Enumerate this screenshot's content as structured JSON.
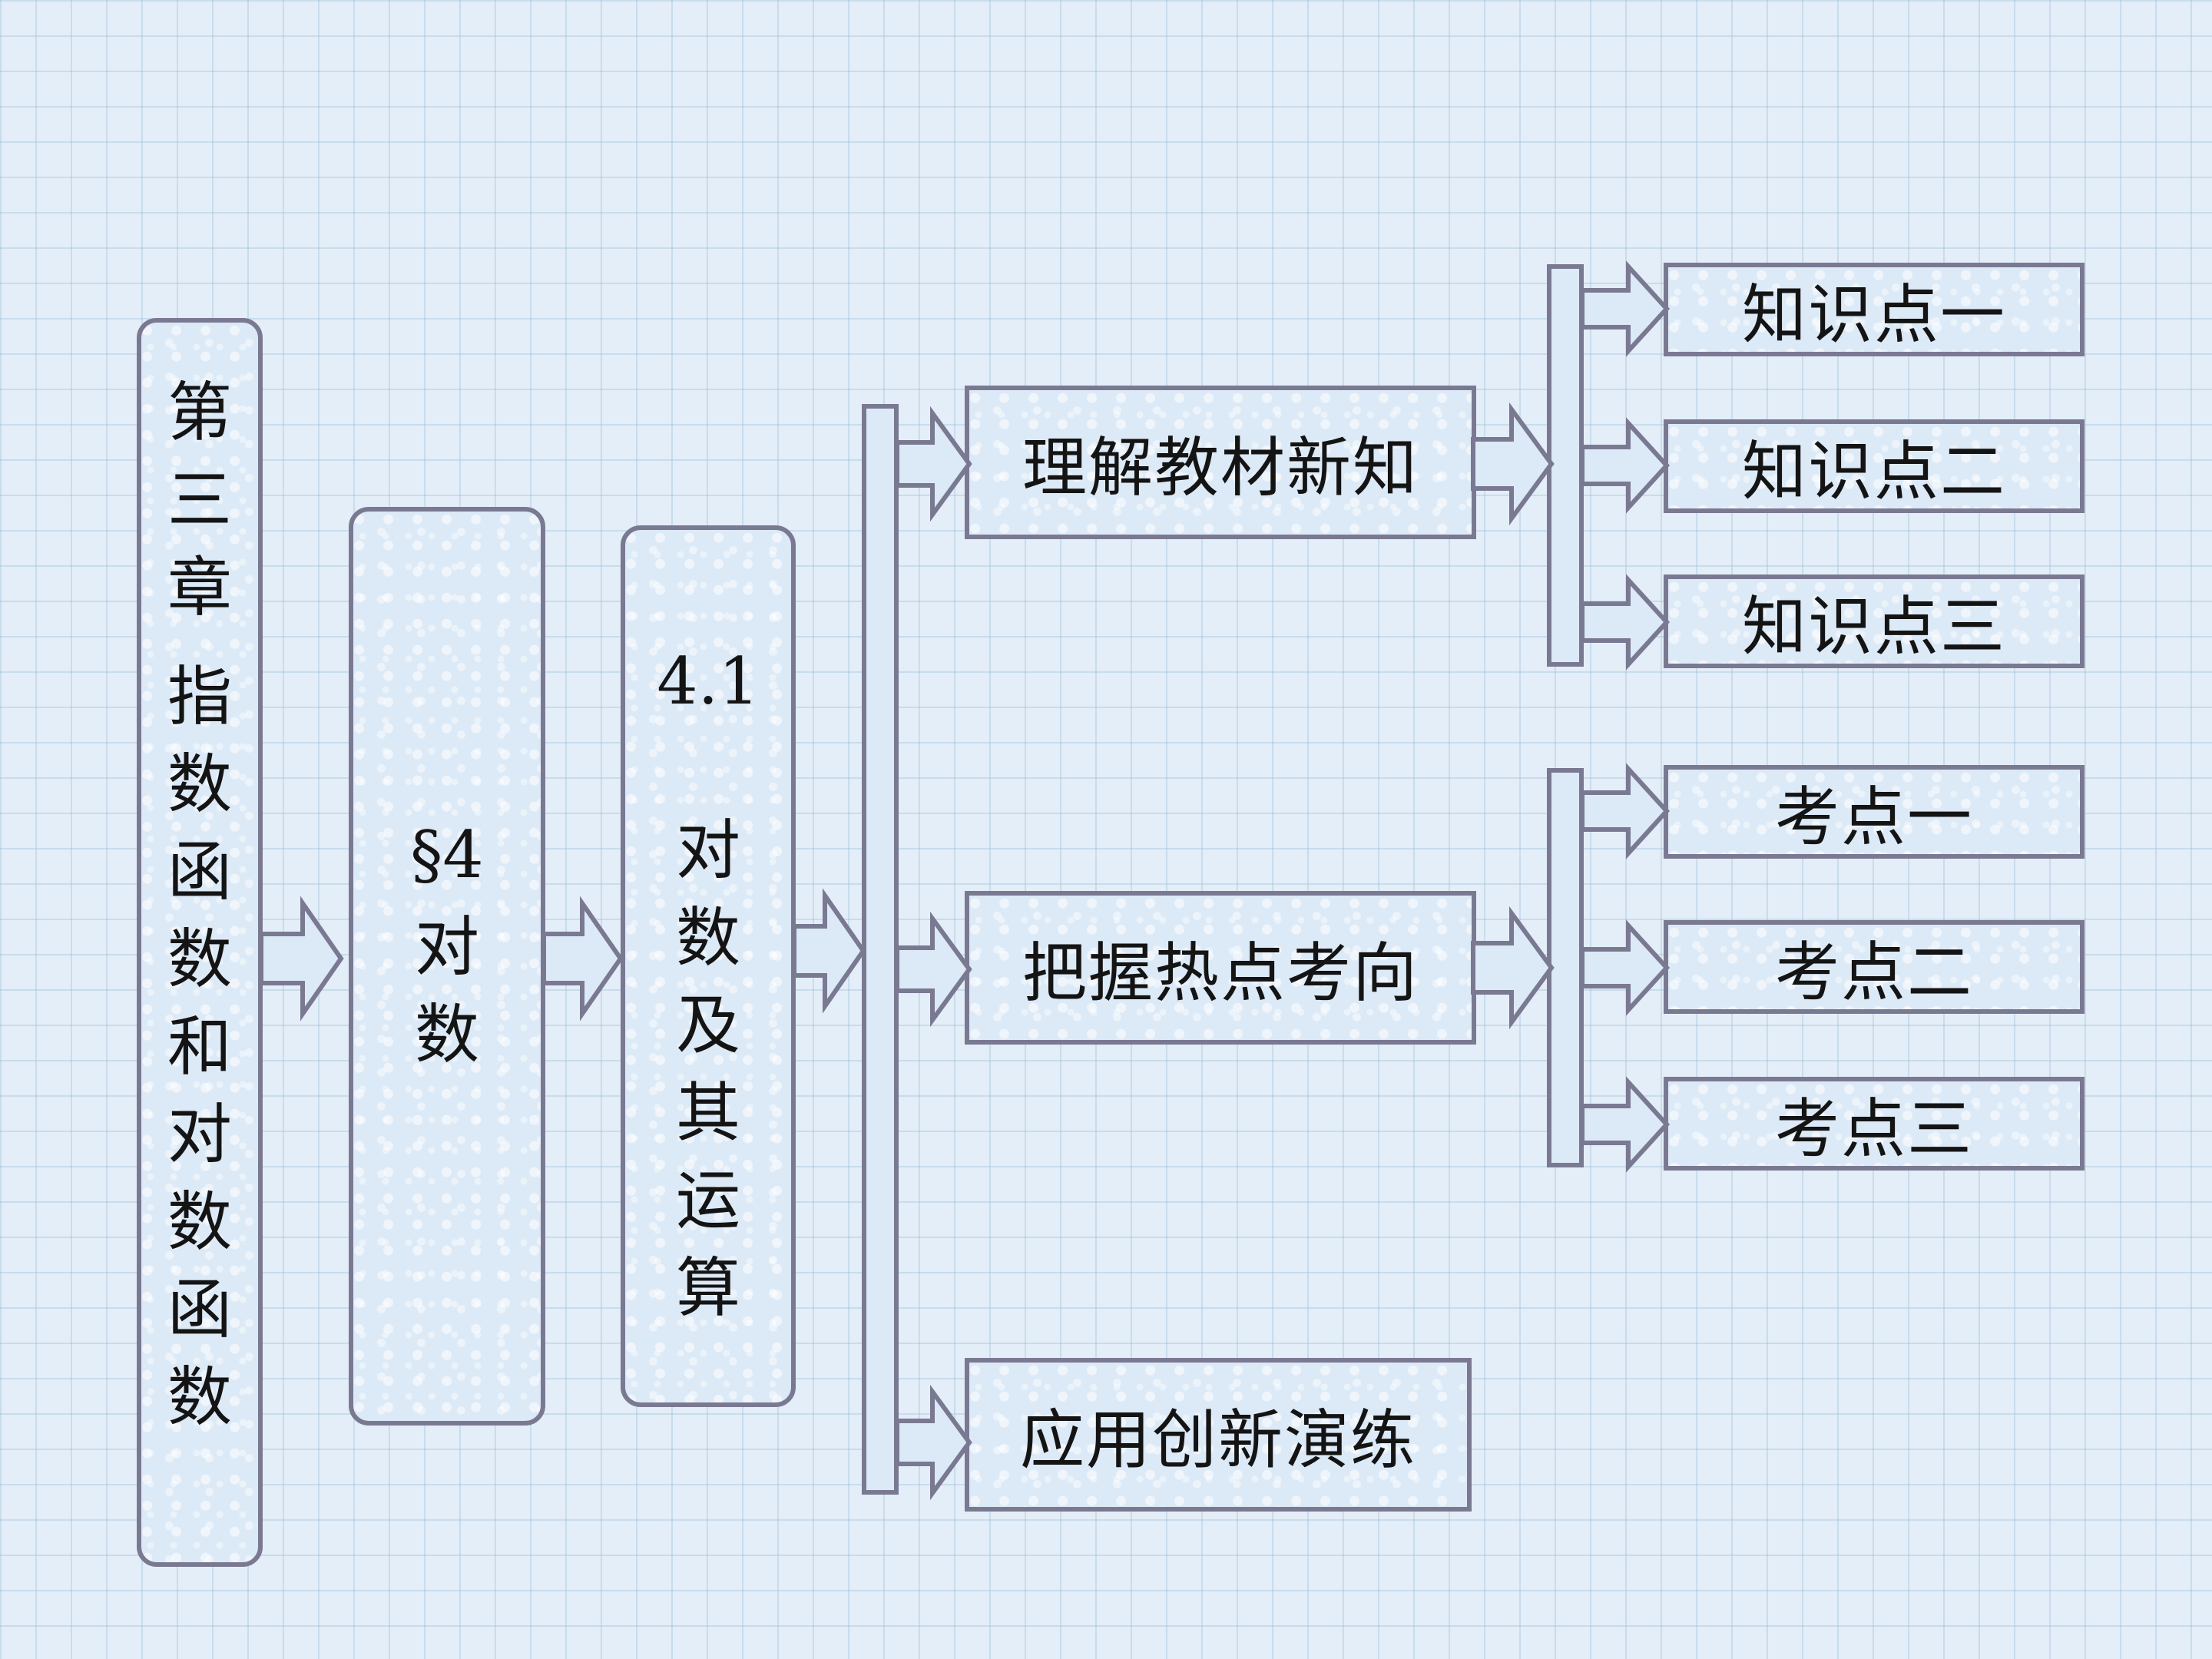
{
  "chapter": {
    "line1": "第\n三\n章",
    "line2": "指\n数\n函\n数\n和\n对\n数\n函\n数"
  },
  "section": {
    "number": "§4",
    "title": "对\n数"
  },
  "subsection": {
    "number": "4.1",
    "title": "对\n数\n及\n其\n运\n算"
  },
  "branches": [
    {
      "label": "理解教材新知",
      "children": [
        "知识点一",
        "知识点二",
        "知识点三"
      ]
    },
    {
      "label": "把握热点考向",
      "children": [
        "考点一",
        "考点二",
        "考点三"
      ]
    },
    {
      "label": "应用创新演练",
      "children": []
    }
  ],
  "colors": {
    "box_fill": "#dce9f6",
    "box_border": "#7a7992",
    "background": "#e4eef8"
  }
}
